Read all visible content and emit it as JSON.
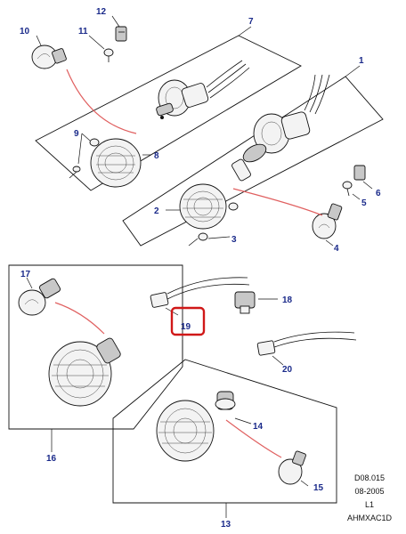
{
  "callouts": {
    "c1": "1",
    "c2": "2",
    "c3": "3",
    "c4": "4",
    "c5": "5",
    "c6": "6",
    "c7": "7",
    "c8": "8",
    "c9": "9",
    "c10": "10",
    "c11": "11",
    "c12": "12",
    "c13": "13",
    "c14": "14",
    "c15": "15",
    "c16": "16",
    "c17": "17",
    "c18": "18",
    "c19": "19",
    "c20": "20"
  },
  "highlighted_callout": "19",
  "highlight_color": "#d01818",
  "callout_color": "#1a2a8a",
  "reference_block": {
    "drawing_code": "D08.015",
    "date": "08-2005",
    "level": "L1",
    "illustration_id": "AHMXAC1D"
  }
}
